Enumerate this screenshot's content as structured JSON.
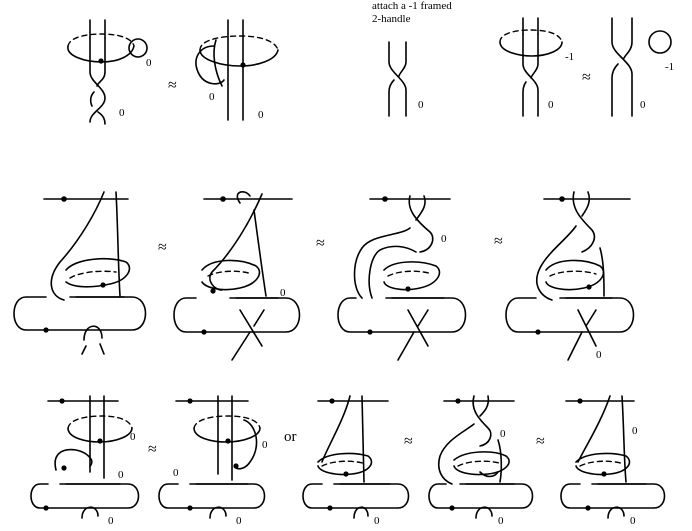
{
  "caption": {
    "line1": "attach a  -1 framed",
    "line2": "2-handle"
  },
  "relation_symbol": "≈",
  "or_word": "or",
  "framings": {
    "zero": "0",
    "minus_one": "-1"
  }
}
